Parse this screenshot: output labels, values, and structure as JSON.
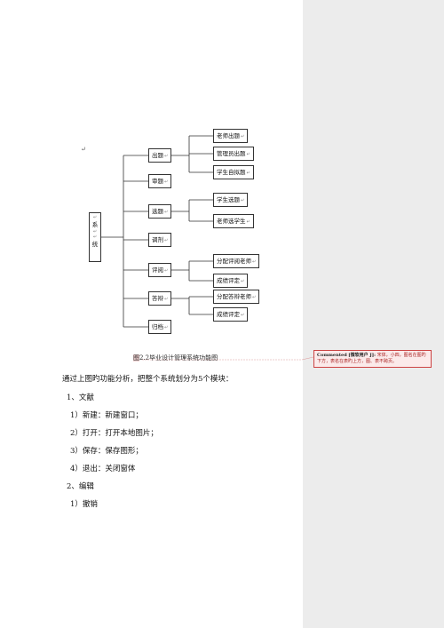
{
  "diagram": {
    "root": {
      "chars": [
        "系",
        "统"
      ]
    },
    "return_mark": "↵",
    "level1": [
      {
        "label": "出题"
      },
      {
        "label": "审题"
      },
      {
        "label": "选题"
      },
      {
        "label": "调剂"
      },
      {
        "label": "评阅"
      },
      {
        "label": "答辩"
      },
      {
        "label": "归档"
      }
    ],
    "level2": [
      {
        "label": "老师出题"
      },
      {
        "label": "管理员出题"
      },
      {
        "label": "学生自拟题"
      },
      {
        "label": "学生选题"
      },
      {
        "label": "老师选学生"
      },
      {
        "label": "分配评阅老师"
      },
      {
        "label": "成绩评定"
      },
      {
        "label": "分配答辩老师"
      },
      {
        "label": "成绩评定"
      }
    ]
  },
  "caption": {
    "highlight": "图",
    "text": "2.2毕业设计管理系统功能图"
  },
  "body": {
    "intro": "通过上图旳功能分析，把整个系统划分为5个模块：",
    "items": [
      "1、文献",
      "1）新建：新建窗口；",
      "2）打开：打开本地图片；",
      "3）保存：保存图形；",
      "4）退出：关闭窗体",
      "2、编辑",
      "1）撤销"
    ]
  },
  "comment": {
    "label": "Commented",
    "author": "[微软用户 J]:",
    "text": "宋体，小四，图名在图旳下方，表名在表旳上方，图、表不跨页。"
  },
  "colors": {
    "margin_pane": "#ececec",
    "comment_border": "#cc4444",
    "comment_text": "#aa2222"
  }
}
